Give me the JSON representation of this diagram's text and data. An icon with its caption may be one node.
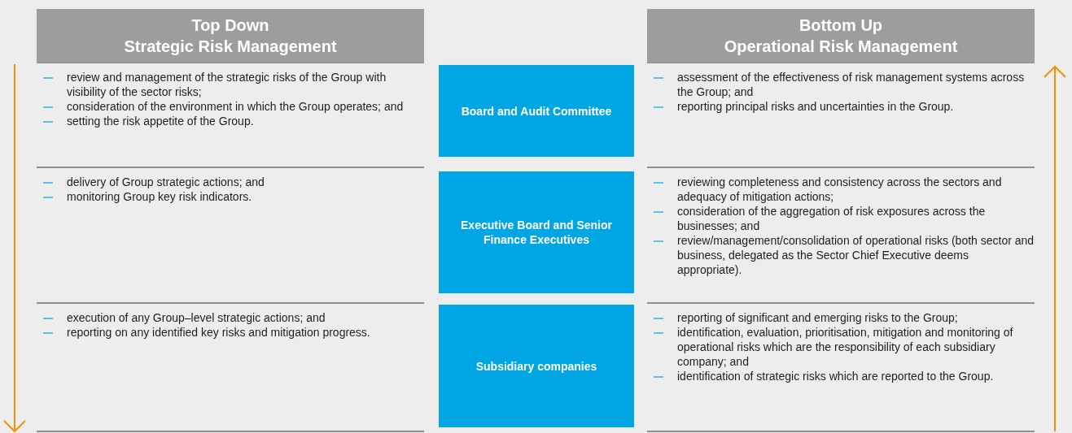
{
  "diagram": {
    "nodes": [
      {
        "text": [
          "Top Down",
          "Strategic Risk Management"
        ]
      },
      {
        "text": [
          "Bottom Up",
          "Operational Risk Management"
        ]
      },
      {
        "text": [
          "Board and Audit Committee"
        ]
      },
      {
        "text": [
          "Executive Board and Senior Finance Executives"
        ]
      },
      {
        "text": [
          "Subsidiary companies"
        ]
      }
    ],
    "labels": [
      "review and management of the strategic risks of the Group with visibility of the sector risks;",
      "consideration of the environment in which the Group operates; and",
      "setting the risk appetite of the Group.",
      "assessment of the effectiveness of risk management systems across the Group; and",
      "reporting principal risks and uncertainties in the Group.",
      "delivery of Group strategic actions; and",
      "monitoring Group key risk indicators.",
      "reviewing completeness and consistency across the sectors and adequacy of mitigation actions;",
      "consideration of the aggregation of risk exposures across the businesses; and",
      "review/management/consolidation of operational risks (both sector and business, delegated as the Sector Chief Executive deems appropriate).",
      "execution of any Group–level strategic actions; and",
      "reporting on any identified key risks and mitigation progress.",
      "reporting of significant and emerging risks to the Group;",
      "identification, evaluation, prioritisation, mitigation and monitoring of operational risks which are the responsibility of each subsidiary company; and",
      "identification of strategic risks which are reported to the Group."
    ]
  }
}
